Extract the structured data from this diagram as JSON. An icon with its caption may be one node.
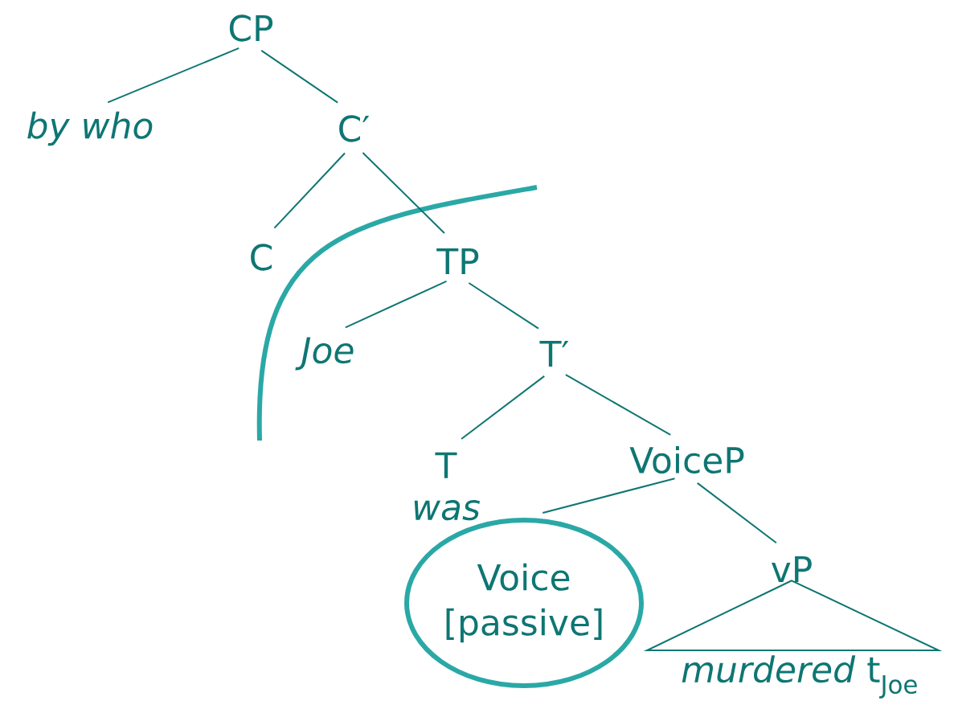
{
  "diagram": {
    "nodes": [
      {
        "text": [
          "CP"
        ]
      },
      {
        "text": [
          "by who"
        ]
      },
      {
        "text": [
          "C′"
        ]
      },
      {
        "text": [
          "C"
        ]
      },
      {
        "text": [
          "TP"
        ]
      },
      {
        "text": [
          "Joe"
        ]
      },
      {
        "text": [
          "T′"
        ]
      },
      {
        "text": [
          "T",
          "was"
        ]
      },
      {
        "text": [
          "VoiceP"
        ]
      },
      {
        "text": [
          "Voice",
          "[passive]"
        ]
      },
      {
        "text": [
          "vP"
        ]
      },
      {
        "text": [
          "*murdered* t$_{Joe}$"
        ]
      }
    ],
    "edges": [
      {
        "from": 0,
        "to": 1,
        "arrow": "none"
      },
      {
        "from": 0,
        "to": 2,
        "arrow": "none"
      },
      {
        "from": 2,
        "to": 3,
        "arrow": "none"
      },
      {
        "from": 2,
        "to": 4,
        "arrow": "none"
      },
      {
        "from": 4,
        "to": 5,
        "arrow": "none"
      },
      {
        "from": 4,
        "to": 6,
        "arrow": "none"
      },
      {
        "from": 6,
        "to": 7,
        "arrow": "none"
      },
      {
        "from": 6,
        "to": 8,
        "arrow": "none"
      },
      {
        "from": 8,
        "to": 9,
        "arrow": "none"
      },
      {
        "from": 8,
        "to": 10,
        "arrow": "none"
      },
      {
        "from": 10,
        "to": 11,
        "arrow": "none"
      }
    ]
  }
}
